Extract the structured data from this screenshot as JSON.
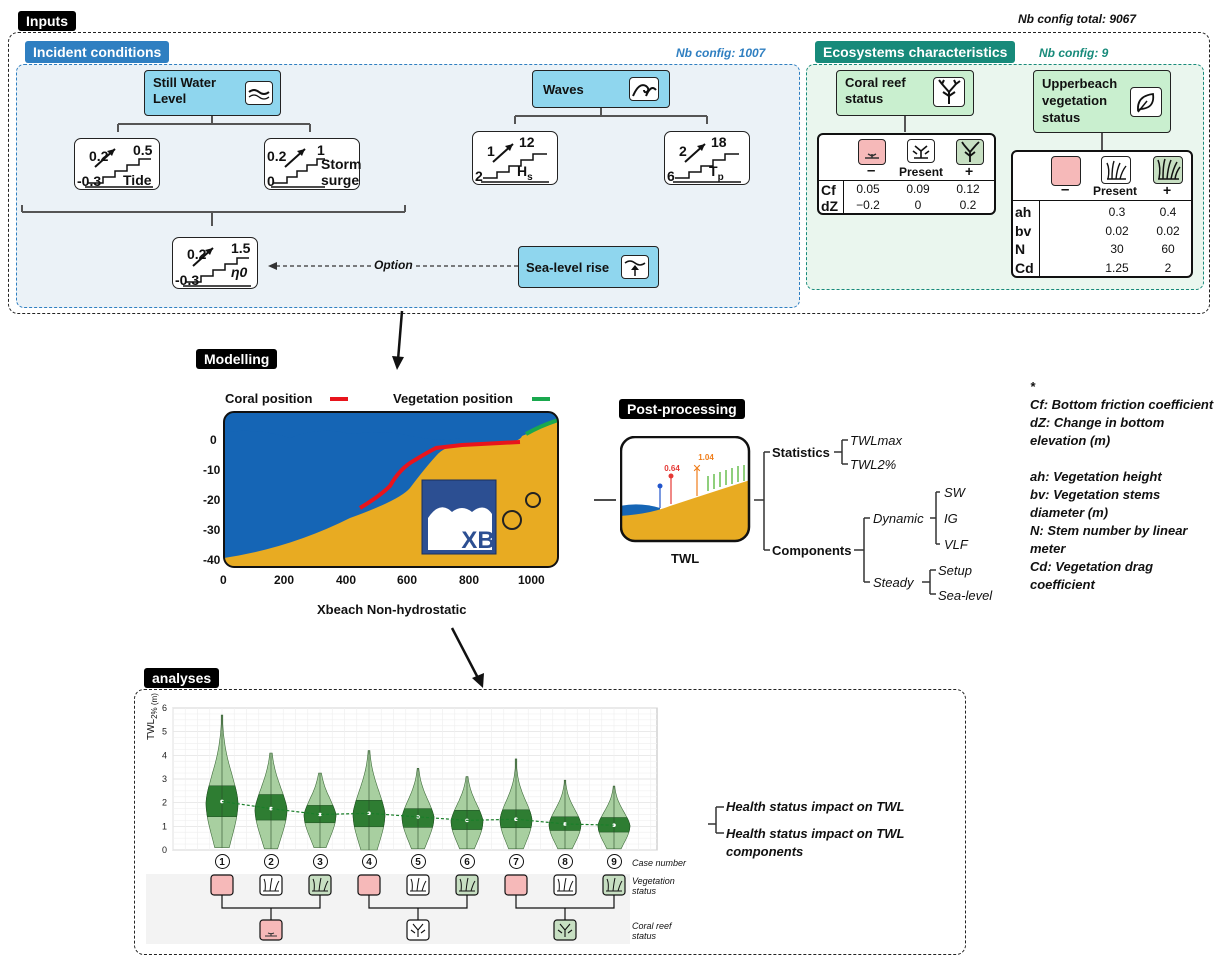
{
  "inputs": {
    "tag": "Inputs",
    "nb_total": "Nb config total: 9067",
    "incident": {
      "header": "Incident conditions",
      "nb_config": "Nb config: 1007",
      "swl": "Still Water Level",
      "waves": "Waves",
      "tide": {
        "min": "-0.3",
        "step": "0.2",
        "max": "0.5",
        "name": "Tide"
      },
      "storm": {
        "min": "0",
        "step": "0.2",
        "max": "1",
        "name": "Storm surge"
      },
      "hs": {
        "min": "2",
        "step": "1",
        "max": "12",
        "name": "H",
        "sub": "s"
      },
      "tp": {
        "min": "6",
        "step": "2",
        "max": "18",
        "name": "T",
        "sub": "p"
      },
      "eta": {
        "min": "-0.3",
        "step": "0.2",
        "max": "1.5",
        "name": "η0"
      },
      "option": "Option",
      "slr": "Sea-level rise"
    },
    "eco": {
      "header": "Ecosystems characteristics",
      "nb_config": "Nb config: 9",
      "coral": {
        "title": "Coral reef status",
        "col_labels": [
          "–",
          "Present",
          "+"
        ],
        "rows": [
          {
            "name": "Cf",
            "values": [
              "0.05",
              "0.09",
              "0.12"
            ]
          },
          {
            "name": "dZ",
            "values": [
              "−0.2",
              "0",
              "0.2"
            ]
          }
        ]
      },
      "veg": {
        "title": "Upperbeach vegetation status",
        "col_labels": [
          "–",
          "Present",
          "+"
        ],
        "rows": [
          {
            "name": "ah",
            "values": [
              "",
              "0.3",
              "0.4"
            ]
          },
          {
            "name": "bv",
            "values": [
              "",
              "0.02",
              "0.02"
            ]
          },
          {
            "name": "N",
            "values": [
              "",
              "30",
              "60"
            ]
          },
          {
            "name": "Cd",
            "values": [
              "",
              "1.25",
              "2"
            ]
          }
        ]
      }
    }
  },
  "modelling": {
    "tag": "Modelling",
    "coral_position": "Coral position",
    "vegetation_position": "Vegetation position",
    "model_name": "Xbeach Non-hydrostatic",
    "logo": "XB",
    "x_ticks": [
      "0",
      "200",
      "400",
      "600",
      "800",
      "1000"
    ],
    "y_ticks": [
      "0",
      "-10",
      "-20",
      "-30",
      "-40"
    ],
    "colors": {
      "sea": "#1565b5",
      "sand": "#e8ab22",
      "coral": "#e8141c",
      "veg": "#1aa84e"
    }
  },
  "postproc": {
    "tag": "Post-processing",
    "twl": "TWL",
    "val1": "0.64",
    "val2": "1.04",
    "statistics": "Statistics",
    "twlmax": "TWLmax",
    "twl2": "TWL2%",
    "components": "Components",
    "dynamic": "Dynamic",
    "steady": "Steady",
    "sw": "SW",
    "ig": "IG",
    "vlf": "VLF",
    "setup": "Setup",
    "sealevel": "Sea-level"
  },
  "notes": {
    "star": "*",
    "lines": [
      "Cf: Bottom friction coefficient",
      "dZ: Change in bottom elevation (m)",
      "",
      "ah: Vegetation height",
      "bv: Vegetation stems diameter (m)",
      "N: Stem number by linear meter",
      "Cd: Vegetation drag coefficient"
    ]
  },
  "analyses": {
    "tag": "analyses",
    "case_number": "Case number",
    "vegetation_status": "Vegetation status",
    "coral_status": "Coral reef status",
    "impact1": "Health status impact on TWL",
    "impact2": "Health status impact on TWL components",
    "veg_states": [
      "minus",
      "present",
      "plus",
      "minus",
      "present",
      "plus",
      "minus",
      "present",
      "plus"
    ],
    "coral_states": [
      "minus",
      "present",
      "plus"
    ]
  },
  "chart_data": {
    "type": "violin",
    "ylabel": "TWL",
    "ylabel_sub": "2% (m)",
    "ylim": [
      0,
      6
    ],
    "yticks": [
      0,
      1,
      2,
      3,
      4,
      5,
      6
    ],
    "categories": [
      "1",
      "2",
      "3",
      "4",
      "5",
      "6",
      "7",
      "8",
      "9"
    ],
    "median": [
      2.05,
      1.75,
      1.5,
      1.55,
      1.4,
      1.25,
      1.3,
      1.1,
      1.05
    ],
    "q1": [
      1.3,
      1.15,
      1.05,
      0.95,
      0.95,
      0.85,
      0.9,
      0.8,
      0.75
    ],
    "q3": [
      2.8,
      2.35,
      1.95,
      2.2,
      1.85,
      1.7,
      1.8,
      1.5,
      1.4
    ],
    "min": [
      0.1,
      0.05,
      0.1,
      0.0,
      0.05,
      0.05,
      0.05,
      0.05,
      0.05
    ],
    "max": [
      5.7,
      4.1,
      3.25,
      4.2,
      3.45,
      3.1,
      3.85,
      2.95,
      2.7
    ],
    "colors": {
      "inner": "#2e7d32",
      "outer": "#a8cfa0"
    }
  }
}
